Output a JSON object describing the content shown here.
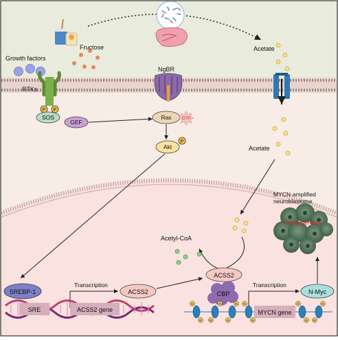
{
  "labels": {
    "growth_factors": "Growth factors",
    "fructose": "Fructose",
    "acetate_top": "Acetate",
    "rtks": "RTKs",
    "ngbr": "NgBR",
    "p1": "P",
    "p2": "P",
    "sos": "SOS",
    "gef": "GEF",
    "ras": "Ras",
    "gtp": "GTP",
    "acetate_mid": "Acetate",
    "akt": "Akt",
    "p_akt": "P",
    "mycn_line1": "MYCN-amplified",
    "mycn_line2": "neuroblastoma",
    "tumorigenesis": "Tumorigenesis",
    "acetyl_coa": "Acetyl-CoA",
    "srebp1": "SREBP-1",
    "transcription1": "Transcription",
    "acss2_left": "ACSS2",
    "acss2_right": "ACSS2",
    "transcription2": "Transcription",
    "nmyc": "N-Myc",
    "sre": "SRE",
    "acss2_gene": "ACSS2 gene",
    "cbp": "CBP",
    "mycn_gene": "MYCN gene",
    "ac": "Ac"
  },
  "colors": {
    "background_top": "#e9ebdc",
    "nucleus": "#f8e3e1",
    "membrane": "#b9968c",
    "acetate_dot": "#f7e08a",
    "acetyl_dot": "#8fd18f",
    "growth_dot": "#9aa3e8",
    "sos_fill": "#b8dcc0",
    "gef_fill": "#c9a0d8",
    "ras_fill": "#ecd5b5",
    "akt_fill": "#fbe19e",
    "srebp_fill": "#7d80c8",
    "acss2_fill": "#f6c8c2",
    "nmyc_fill": "#a9e0df",
    "gene_box": "#d6aebc",
    "tumor_text": "#e0201a"
  }
}
